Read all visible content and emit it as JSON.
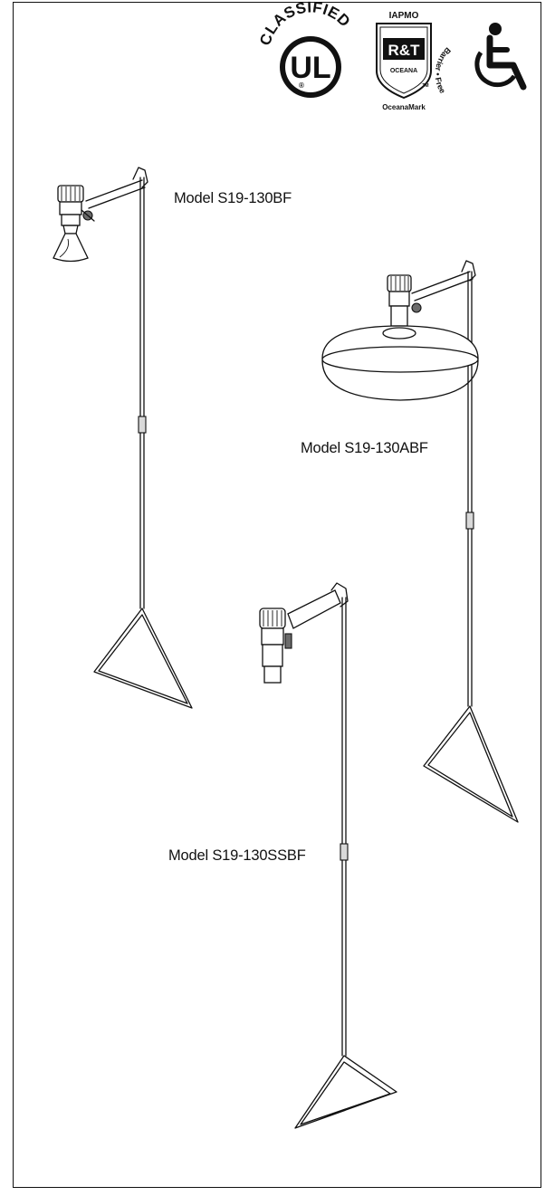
{
  "logos": {
    "ul": {
      "arc_text": "CLASSIFIED",
      "mark": "UL",
      "registered": "®"
    },
    "iapmo": {
      "top": "IAPMO",
      "mark": "R&T",
      "sub": "OCEANA",
      "tm": "TM",
      "bottom": "OceanaMark"
    },
    "barrier_free": {
      "text": "Barrier • Free",
      "icon": "wheelchair-icon"
    }
  },
  "models": [
    {
      "label": "Model S19-130BF"
    },
    {
      "label": "Model S19-130ABF"
    },
    {
      "label": "Model S19-130SSBF"
    }
  ]
}
